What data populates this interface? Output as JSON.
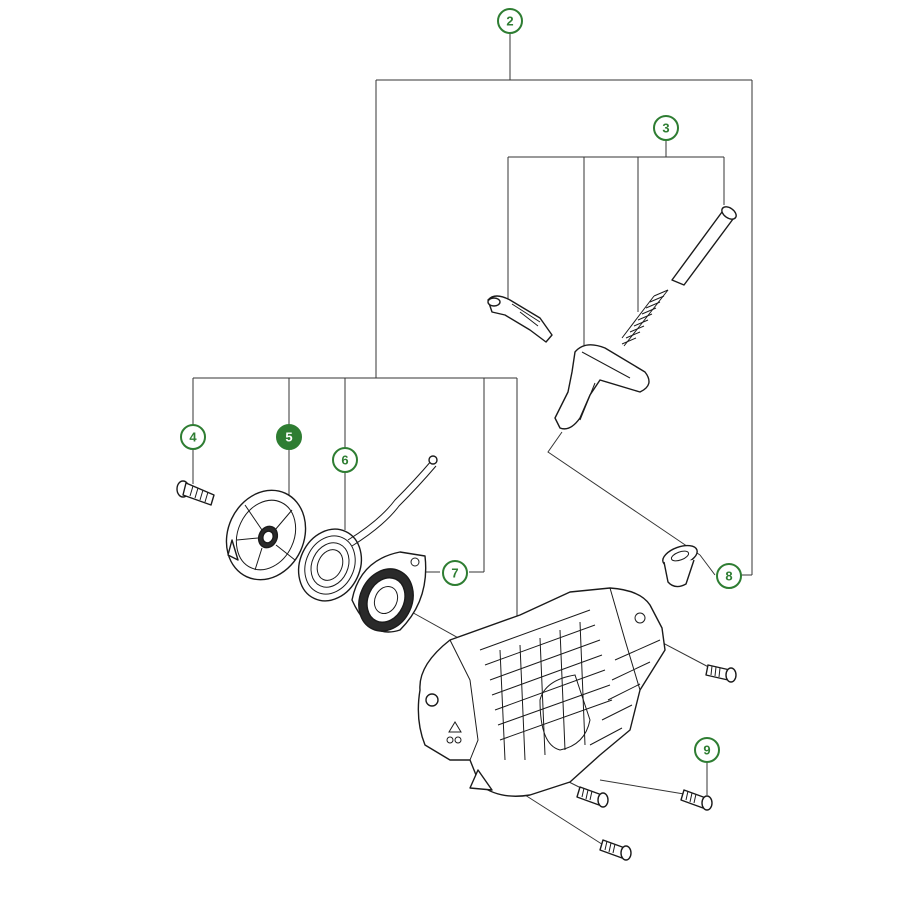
{
  "colors": {
    "callout": "#2e7d32",
    "callout_active_fill": "#2e7d32",
    "line": "#333333"
  },
  "callouts": [
    {
      "id": "2",
      "label": "2",
      "active": false
    },
    {
      "id": "3",
      "label": "3",
      "active": false
    },
    {
      "id": "4",
      "label": "4",
      "active": false
    },
    {
      "id": "5",
      "label": "5",
      "active": true
    },
    {
      "id": "6",
      "label": "6",
      "active": false
    },
    {
      "id": "7",
      "label": "7",
      "active": false
    },
    {
      "id": "8",
      "label": "8",
      "active": false
    },
    {
      "id": "9",
      "label": "9",
      "active": false
    }
  ]
}
